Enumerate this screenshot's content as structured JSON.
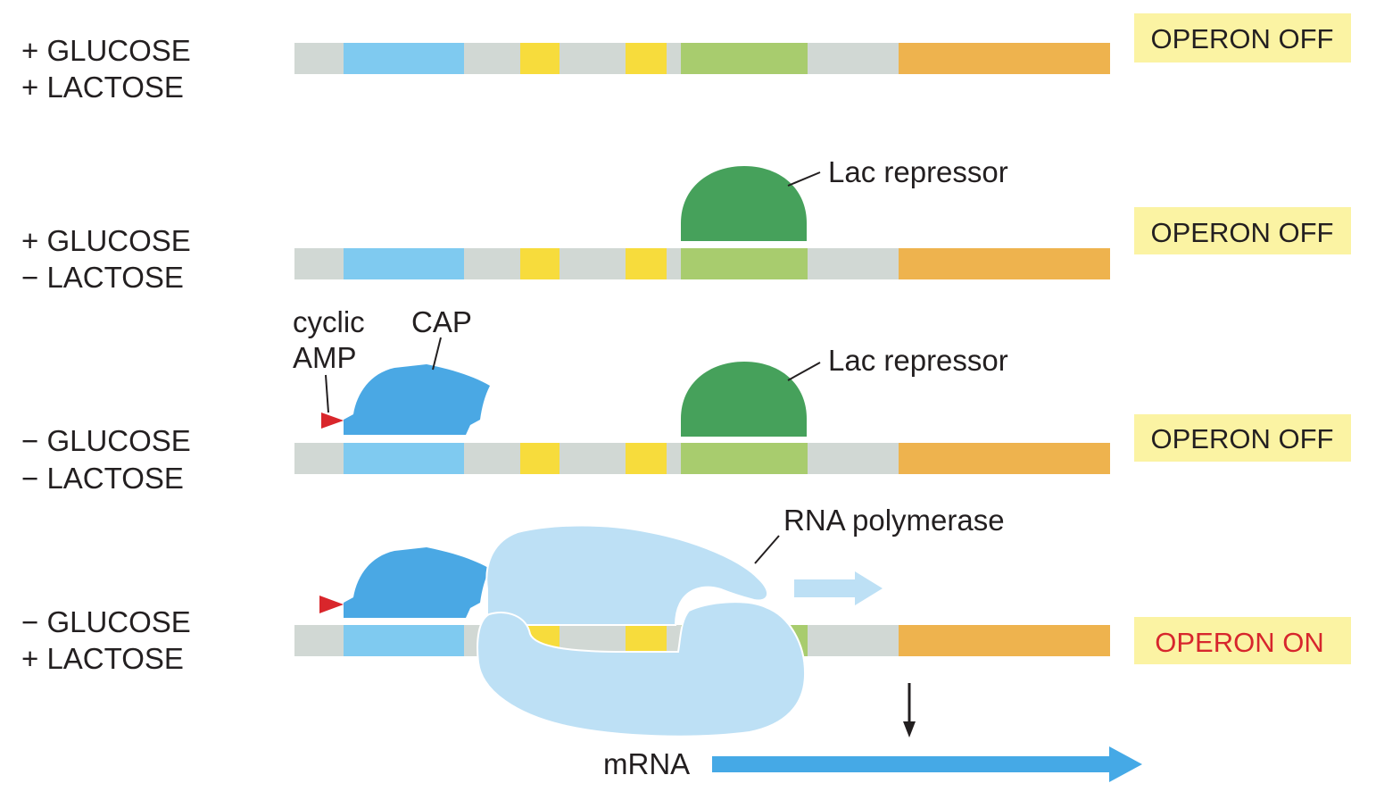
{
  "rows": [
    {
      "condition_glucose": "+ GLUCOSE",
      "condition_lactose": "+ LACTOSE",
      "status": "OPERON OFF"
    },
    {
      "condition_glucose": "+ GLUCOSE",
      "condition_lactose": "− LACTOSE",
      "status": "OPERON OFF"
    },
    {
      "condition_glucose": "− GLUCOSE",
      "condition_lactose": "− LACTOSE",
      "status": "OPERON OFF"
    },
    {
      "condition_glucose": "− GLUCOSE",
      "condition_lactose": "+ LACTOSE",
      "status": "OPERON ON"
    }
  ],
  "labels": {
    "lac_repressor": "Lac repressor",
    "cyclic": "cyclic",
    "amp": "AMP",
    "cap": "CAP",
    "rna_polymerase": "RNA polymerase",
    "mrna": "mRNA"
  },
  "colors": {
    "dna_gray": "#d1d8d4",
    "cap_site_blue": "#7fcaf0",
    "yellow_segment": "#f7dc3c",
    "operator_green": "#a8cc6e",
    "gene_orange": "#eeb34e",
    "repressor_green": "#46a15b",
    "cap_protein_blue": "#4aa8e4",
    "camp_red": "#d9262b",
    "polymerase_light_blue": "#bde0f5",
    "mrna_blue": "#45a9e6",
    "status_box": "#fbf3a3",
    "status_on_text": "#d7262d"
  }
}
